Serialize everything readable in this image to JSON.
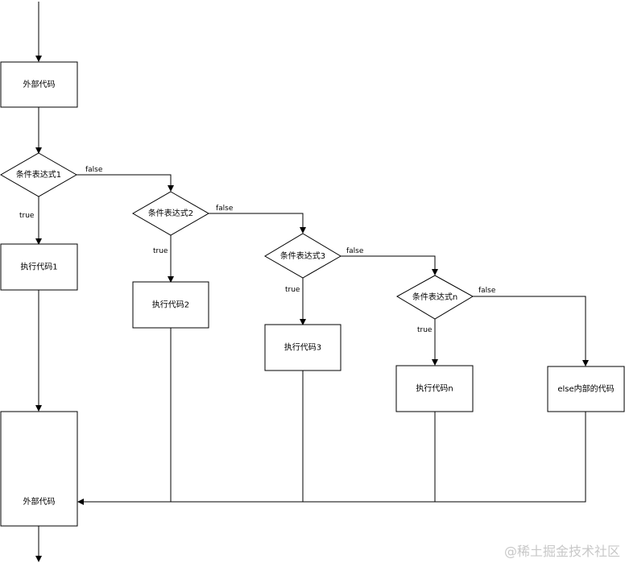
{
  "nodes": {
    "outer_top": "外部代码",
    "cond1": "条件表达式1",
    "cond2": "条件表达式2",
    "cond3": "条件表达式3",
    "condn": "条件表达式n",
    "exec1": "执行代码1",
    "exec2": "执行代码2",
    "exec3": "执行代码3",
    "execn": "执行代码n",
    "else_block": "else内部的代码",
    "outer_bottom": "外部代码"
  },
  "edges": {
    "true_label": "true",
    "false_label": "false"
  },
  "watermark": "@稀土掘金技术社区"
}
